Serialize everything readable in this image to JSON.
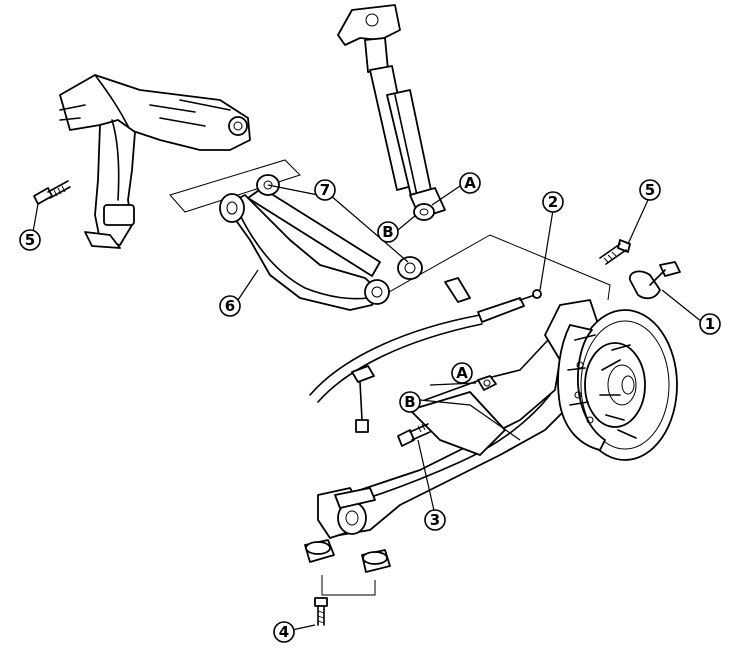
{
  "callouts": {
    "c1": "1",
    "c2": "2",
    "c3": "3",
    "c4": "4",
    "c5_left": "5",
    "c5_right": "5",
    "c6": "6",
    "c7": "7",
    "a_top": "A",
    "a_mid": "A",
    "b_top": "B",
    "b_mid": "B"
  }
}
